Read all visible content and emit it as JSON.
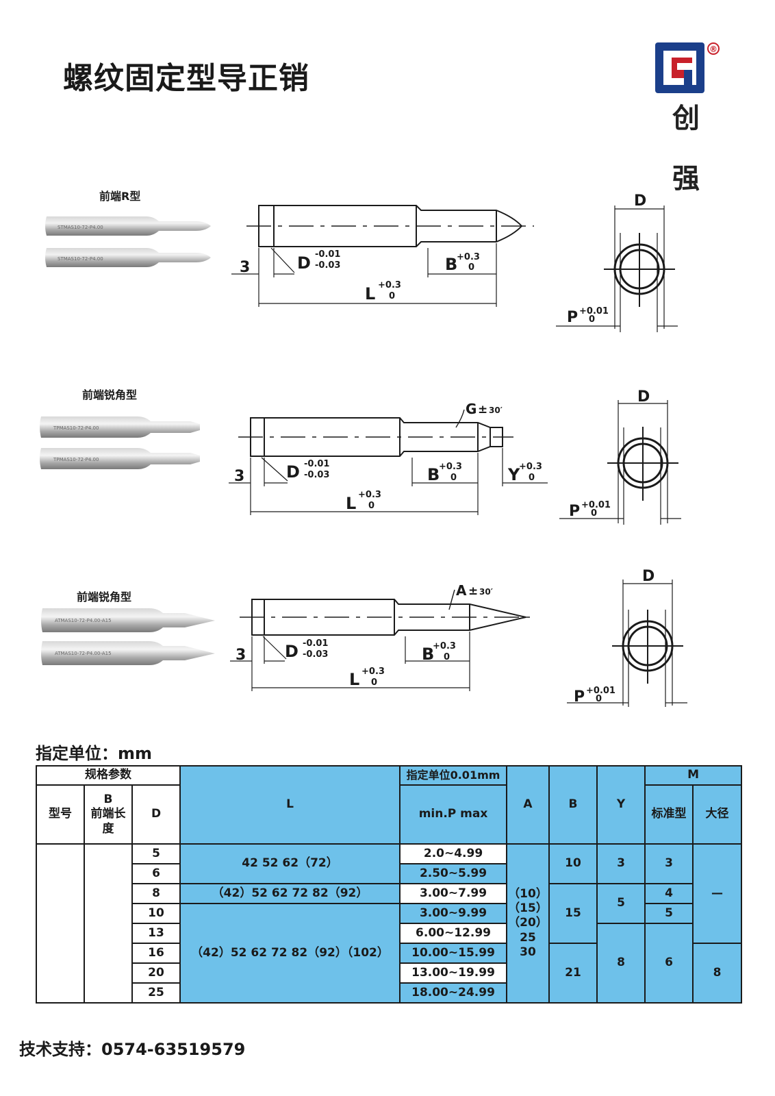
{
  "page": {
    "title": "螺纹固定型导正销",
    "brand_name_line1": "创",
    "brand_name_line2": "强",
    "registered_mark": "®",
    "unit_label": "指定单位：mm",
    "support_label": "技术支持：0574-63519579"
  },
  "sections": [
    {
      "photo_caption": "前端R型",
      "pin_engraving": "STMAS10-72-P4.00"
    },
    {
      "photo_caption": "前端锐角型",
      "pin_engraving": "TPMAS10-72-P4.00"
    },
    {
      "photo_caption": "前端锐角型",
      "pin_engraving": "ATMAS10-72-P4.00-A15"
    }
  ],
  "dimensions": {
    "three": "3",
    "D": "D",
    "D_upper": "-0.01",
    "D_lower": "-0.03",
    "B": "B",
    "L": "L",
    "Y": "Y",
    "P": "P",
    "G": "G",
    "A": "A",
    "plus_03": "+0.3",
    "plus_001": "+0.01",
    "zero": "0",
    "pm": "±",
    "angle_30": "30′"
  },
  "table": {
    "header": {
      "spec_params": "规格参数",
      "model": "型号",
      "B_top": "B",
      "B_sub": "前端长度",
      "D": "D",
      "L": "L",
      "p_unit": "指定单位0.01mm",
      "p_range": "min.P max",
      "A": "A",
      "B": "B",
      "Y": "Y",
      "M": "M",
      "M_standard": "标准型",
      "M_large": "大径"
    },
    "D_values": [
      "5",
      "6",
      "8",
      "10",
      "13",
      "16",
      "20",
      "25"
    ],
    "L_groups": [
      "42 52 62（72）",
      "（42）52 62 72 82（92）",
      "（42）52 62 72 82（92）（102）"
    ],
    "P_ranges": [
      "2.0~4.99",
      "2.50~5.99",
      "3.00~7.99",
      "3.00~9.99",
      "6.00~12.99",
      "10.00~15.99",
      "13.00~19.99",
      "18.00~24.99"
    ],
    "A_values": [
      "（10）",
      "（15）",
      "（20）",
      "25",
      "30"
    ],
    "B_groups": [
      "10",
      "15",
      "21"
    ],
    "Y_groups": [
      "3",
      "5",
      "8"
    ],
    "M_standard_groups": [
      "3",
      "4",
      "5",
      "6"
    ],
    "M_large_groups": [
      "—",
      "8"
    ]
  }
}
